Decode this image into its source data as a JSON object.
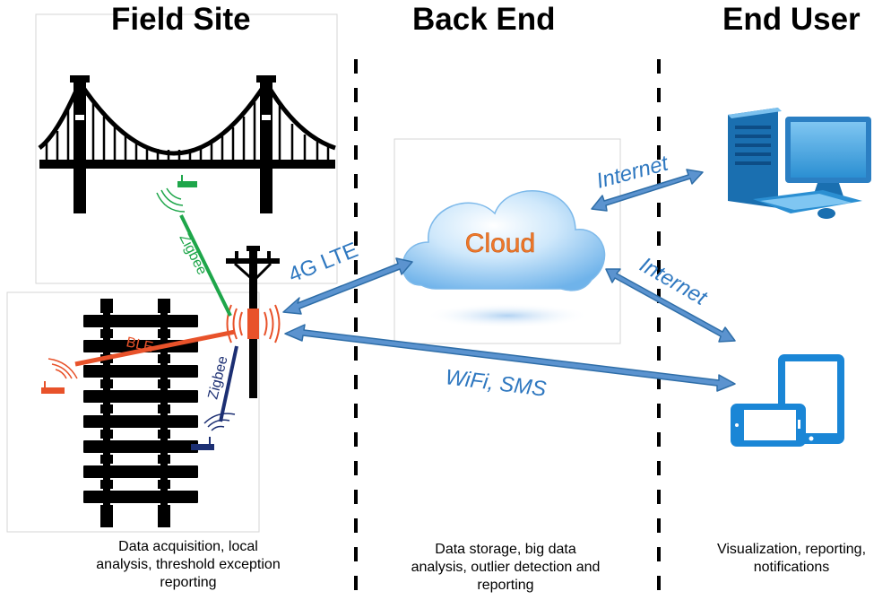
{
  "columns": {
    "field_site": {
      "title": "Field Site",
      "description": [
        "Data acquisition, local",
        "analysis, threshold exception",
        "reporting"
      ]
    },
    "back_end": {
      "title": "Back End",
      "description": [
        "Data storage, big data",
        "analysis, outlier detection and",
        "reporting"
      ]
    },
    "end_user": {
      "title": "End User",
      "description": [
        "Visualization, reporting,",
        "notifications"
      ]
    }
  },
  "cloud": {
    "label": "Cloud"
  },
  "links": {
    "lte": "4G LTE",
    "wifi_sms": "WiFi, SMS",
    "internet_desktop": "Internet",
    "internet_mobile": "Internet"
  },
  "wires": {
    "zigbee_bridge": "Zigbee",
    "ble": "BLE",
    "zigbee_rail": "Zigbee"
  },
  "icons": {
    "bridge": "suspension-bridge-icon",
    "rail": "railway-track-icon",
    "pole": "utility-pole-icon",
    "gateway": "gateway-icon",
    "desktop": "desktop-computer-icon",
    "mobile": "tablet-phone-icon"
  },
  "colors": {
    "arrow": "#5b93cf",
    "arrow_stroke": "#2f6ea8",
    "zigbee_green": "#1ea64a",
    "ble_red": "#e8522a",
    "zigbee_navy": "#1c2f73",
    "cloud_text": "#f0782a",
    "device_blue": "#1a86d6"
  }
}
